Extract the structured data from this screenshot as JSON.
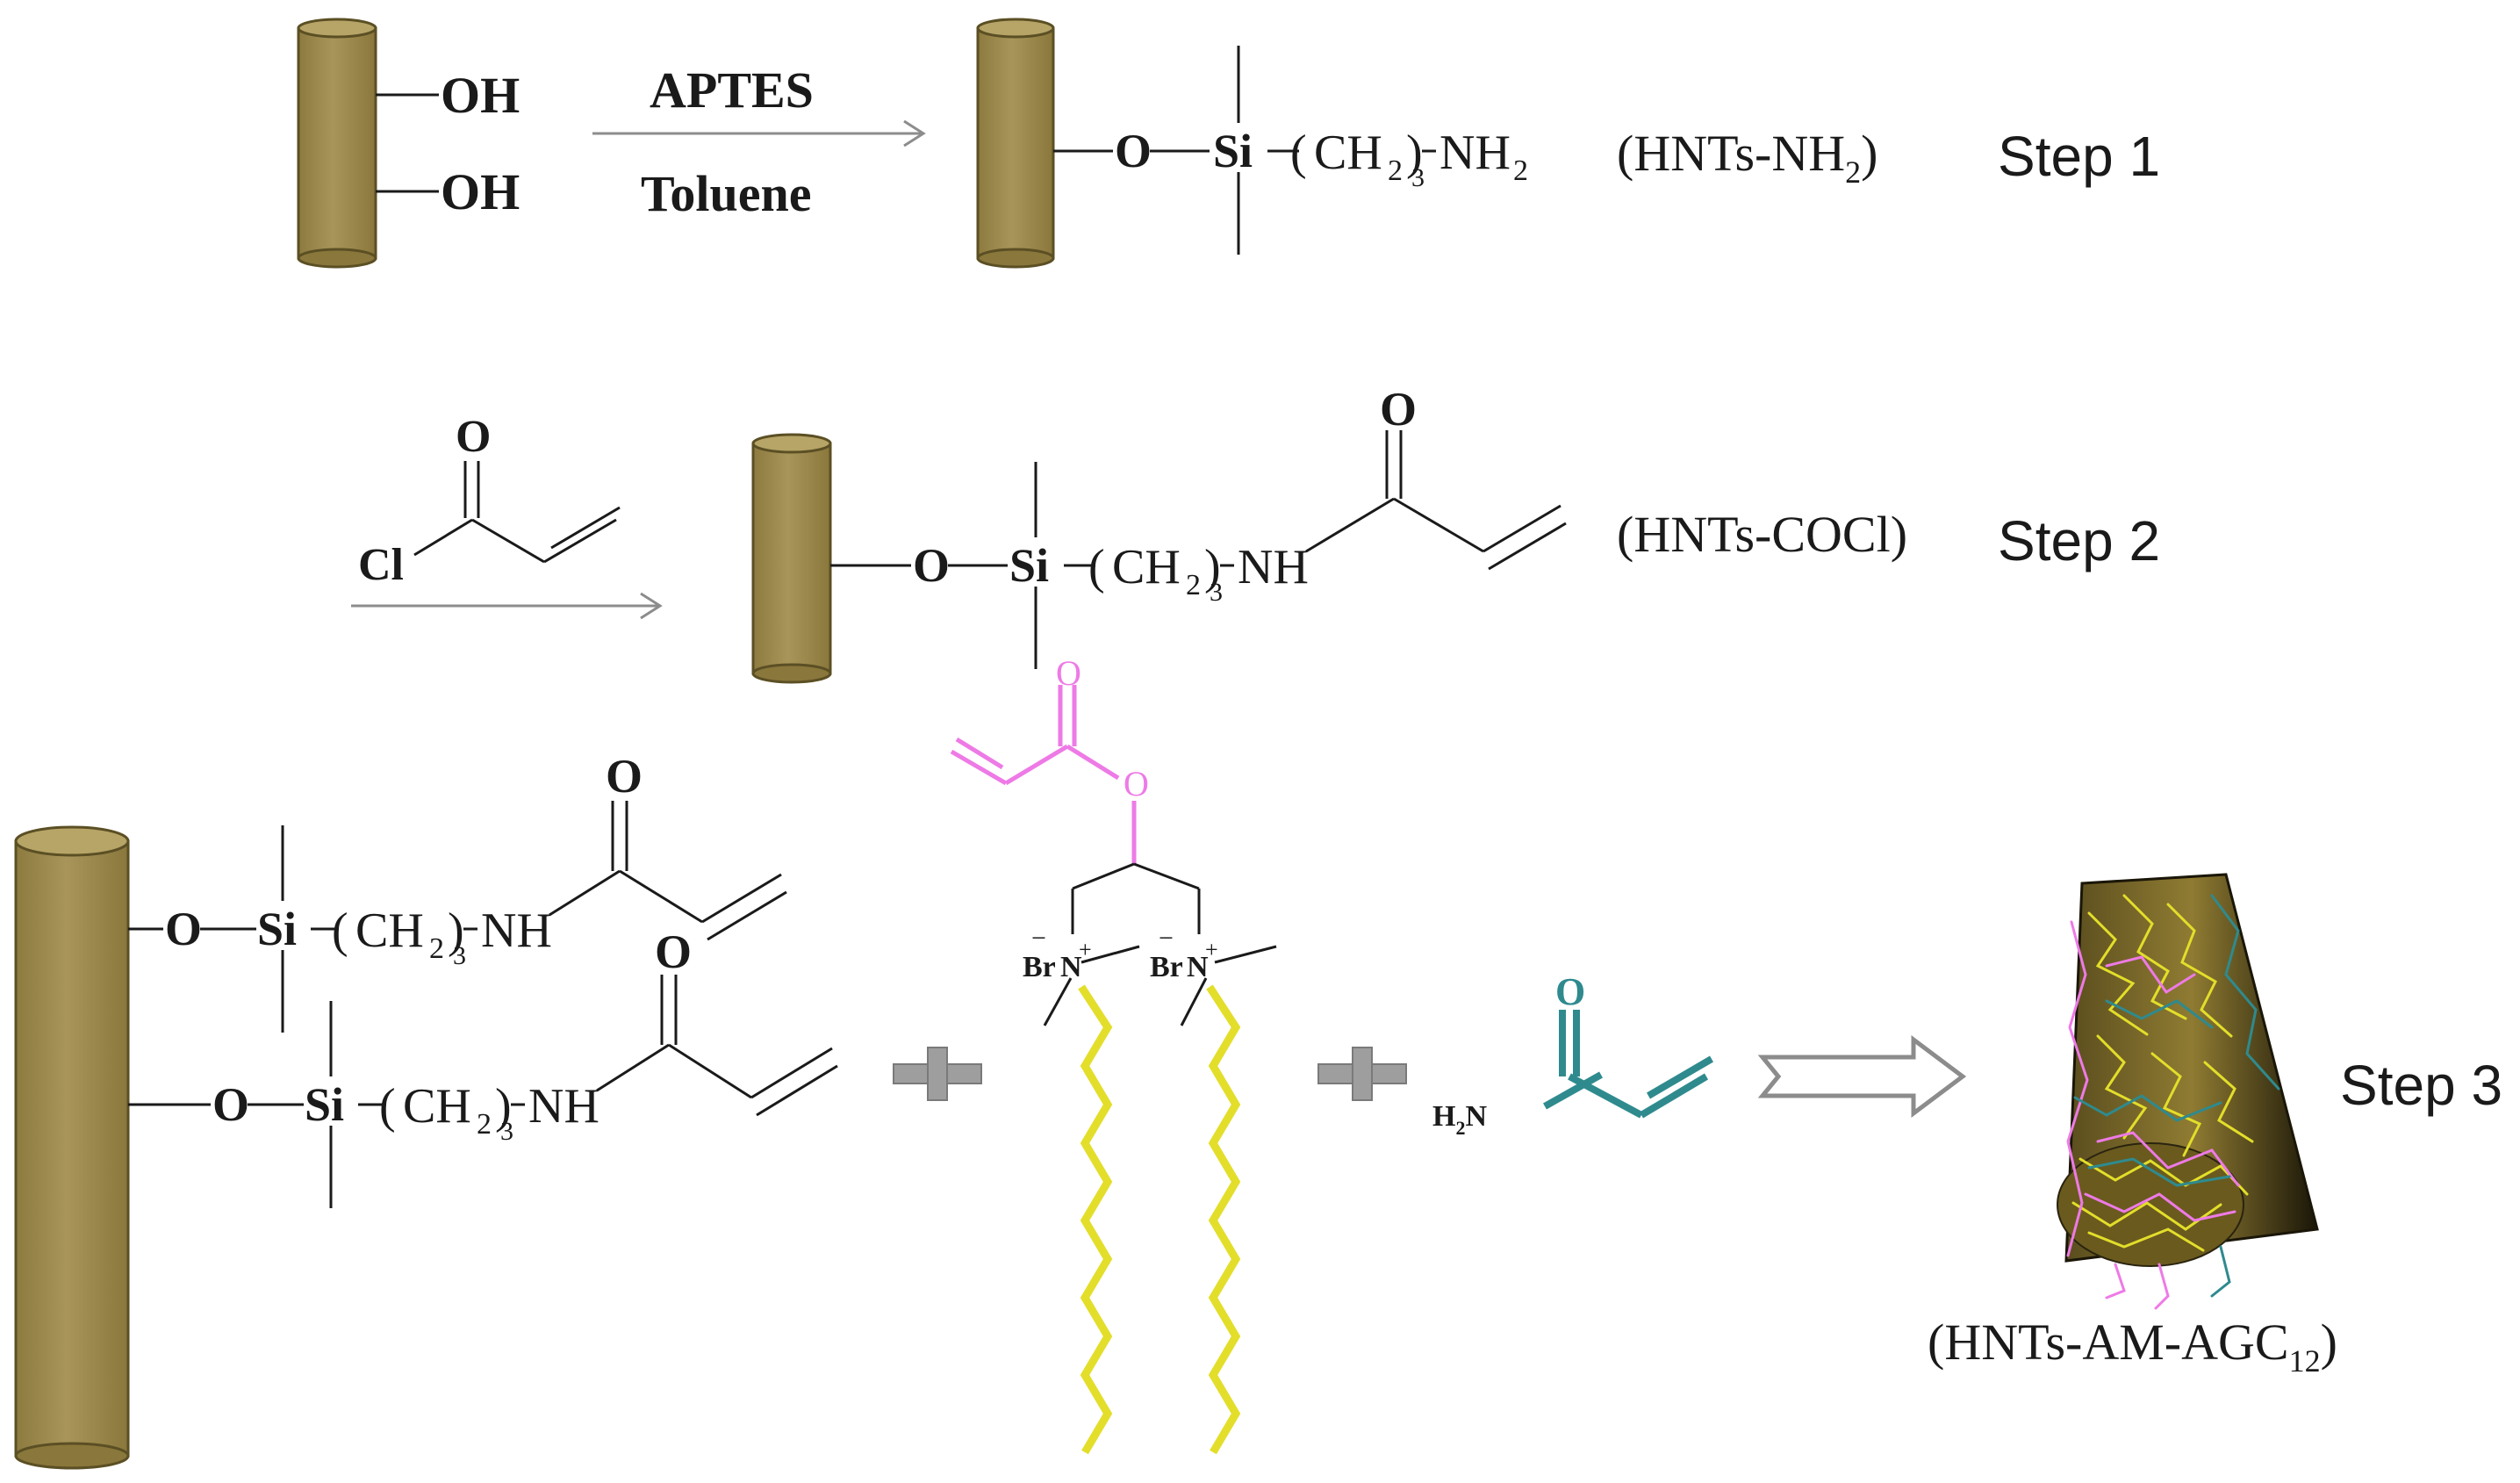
{
  "colors": {
    "tube_fill": "#a08d4f",
    "tube_top": "#b6a567",
    "tube_stroke": "#5b4f24",
    "bond": "#1a1a1a",
    "arrow_gray": "#8c8c8c",
    "magenta": "#ee7ae6",
    "yellow": "#e3de2a",
    "teal": "#2f8a8e",
    "plus_fill": "#9e9e9e",
    "particle_dark": "#3d3516"
  },
  "icons": {
    "nanotube": "halloysite-nanotube-cylinder-icon",
    "plus": "plus-sign-icon",
    "hollow_arrow": "hollow-reaction-arrow-icon"
  },
  "step1": {
    "oh_top": "OH",
    "oh_bottom": "OH",
    "reagent": "APTES",
    "solvent": "Toluene",
    "o_atom": "O",
    "si_atom": "Si",
    "chain_open": "(",
    "chain": "CH",
    "chain_sub": "2",
    "chain_close": ")",
    "chain_index": "3",
    "amine": "NH",
    "amine_sub": "2",
    "product_open": "(HNTs-NH",
    "product_sub": "2",
    "product_close": ")",
    "step_label": "Step 1"
  },
  "step2": {
    "carbonyl_o": "O",
    "chlorine": "Cl",
    "o_atom": "O",
    "si_atom": "Si",
    "chain_open": "(",
    "chain": "CH",
    "chain_sub": "2",
    "chain_close": ")",
    "chain_index": "3",
    "amide_nh": "NH",
    "amide_o": "O",
    "product_label": "(HNTs-COCl)",
    "step_label": "Step 2"
  },
  "step3": {
    "upper": {
      "o_atom": "O",
      "si_atom": "Si",
      "chain_open": "(",
      "chain": "CH",
      "chain_sub": "2",
      "chain_close": ")",
      "chain_index": "3",
      "amide_nh": "NH",
      "amide_o": "O"
    },
    "lower": {
      "o_atom": "O",
      "si_atom": "Si",
      "chain_open": "(",
      "chain": "CH",
      "chain_sub": "2",
      "chain_close": ")",
      "chain_index": "3",
      "amide_nh": "NH",
      "amide_o": "O"
    },
    "gemini": {
      "carbonyl_o": "O",
      "ester_o": "O",
      "bromide_left": "Br",
      "bromide_left_charge": "−",
      "nitrogen_left": "N",
      "nitrogen_left_charge": "+",
      "bromide_right": "Br",
      "bromide_right_charge": "−",
      "nitrogen_right": "N",
      "nitrogen_right_charge": "+"
    },
    "acrylamide": {
      "carbonyl_o": "O",
      "amine_h": "H",
      "amine_h_sub": "2",
      "amine_n": "N"
    },
    "product_open": "(HNTs-AM-AGC",
    "product_sub": "12",
    "product_close": ")",
    "step_label": "Step 3"
  }
}
